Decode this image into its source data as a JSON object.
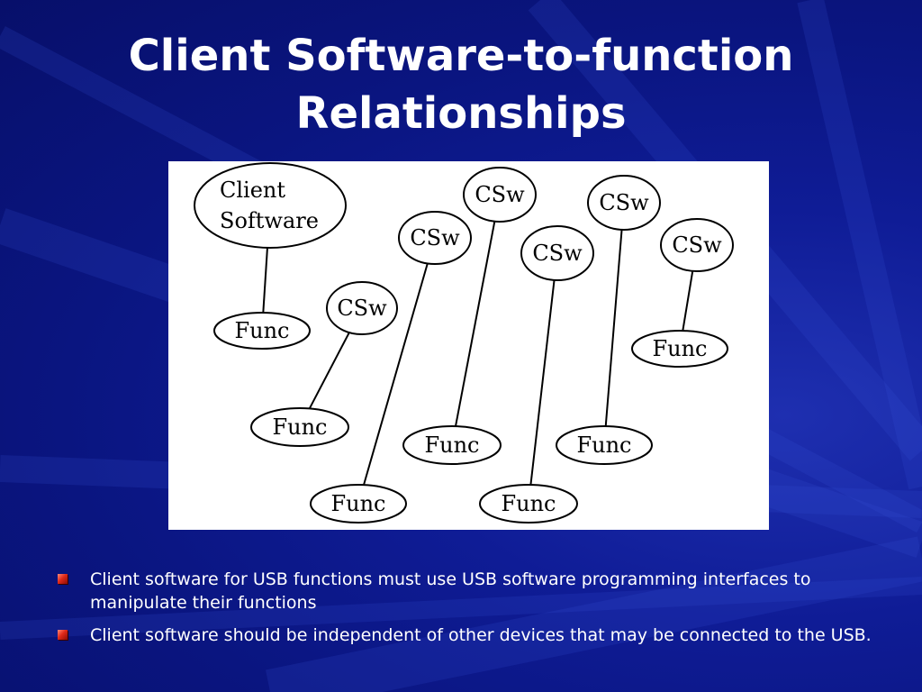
{
  "title": {
    "line1": "Client Software-to-function",
    "line2": "Relationships"
  },
  "diagram": {
    "nodes": [
      {
        "id": "client-software",
        "kind": "software",
        "lines": [
          "Client",
          "Software"
        ]
      },
      {
        "id": "csw-1",
        "kind": "software",
        "lines": [
          "CSw"
        ]
      },
      {
        "id": "csw-2",
        "kind": "software",
        "lines": [
          "CSw"
        ]
      },
      {
        "id": "csw-3",
        "kind": "software",
        "lines": [
          "CSw"
        ]
      },
      {
        "id": "csw-4",
        "kind": "software",
        "lines": [
          "CSw"
        ]
      },
      {
        "id": "csw-5",
        "kind": "software",
        "lines": [
          "CSw"
        ]
      },
      {
        "id": "csw-6",
        "kind": "software",
        "lines": [
          "CSw"
        ]
      },
      {
        "id": "func-1",
        "kind": "function",
        "lines": [
          "Func"
        ]
      },
      {
        "id": "func-2",
        "kind": "function",
        "lines": [
          "Func"
        ]
      },
      {
        "id": "func-3",
        "kind": "function",
        "lines": [
          "Func"
        ]
      },
      {
        "id": "func-4",
        "kind": "function",
        "lines": [
          "Func"
        ]
      },
      {
        "id": "func-5",
        "kind": "function",
        "lines": [
          "Func"
        ]
      },
      {
        "id": "func-6",
        "kind": "function",
        "lines": [
          "Func"
        ]
      },
      {
        "id": "func-7",
        "kind": "function",
        "lines": [
          "Func"
        ]
      }
    ],
    "edges": [
      {
        "from": "client-software",
        "to": "func-1"
      },
      {
        "from": "csw-1",
        "to": "func-2"
      },
      {
        "from": "csw-2",
        "to": "func-3"
      },
      {
        "from": "csw-3",
        "to": "func-4"
      },
      {
        "from": "csw-4",
        "to": "func-5"
      },
      {
        "from": "csw-5",
        "to": "func-6"
      },
      {
        "from": "csw-6",
        "to": "func-7"
      }
    ]
  },
  "bullets": [
    {
      "text": "Client software for USB functions must use USB software programming interfaces to manipulate their functions"
    },
    {
      "text": "Client software should be independent of other devices that may be connected to the USB."
    }
  ],
  "colors": {
    "background": "#0a1580",
    "bullet_marker": "#e02a1a",
    "text": "#ffffff"
  }
}
